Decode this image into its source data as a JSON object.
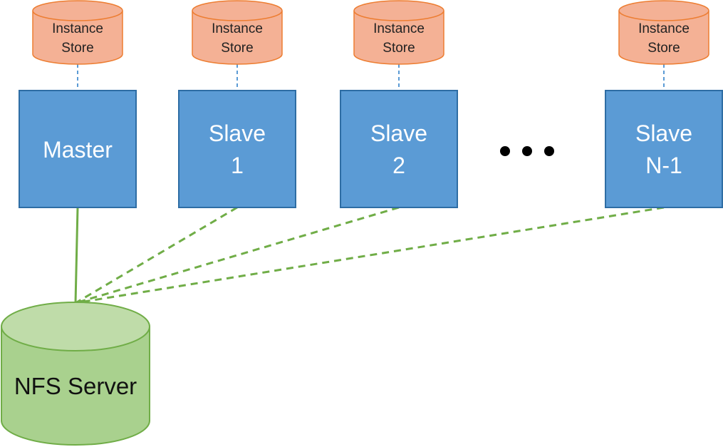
{
  "colors": {
    "store_fill": "#f4b195",
    "store_stroke": "#ed7d31",
    "node_fill": "#5b9bd5",
    "node_stroke": "#2e6da4",
    "nfs_fill": "#a9d18e",
    "nfs_stroke": "#70ad47",
    "dashed_link": "#5b9bd5",
    "nfs_link": "#70ad47"
  },
  "instance_stores": [
    {
      "line1": "Instance",
      "line2": "Store"
    },
    {
      "line1": "Instance",
      "line2": "Store"
    },
    {
      "line1": "Instance",
      "line2": "Store"
    },
    {
      "line1": "Instance",
      "line2": "Store"
    }
  ],
  "nodes": [
    {
      "label": "Master"
    },
    {
      "line1": "Slave",
      "line2": "1"
    },
    {
      "line1": "Slave",
      "line2": "2"
    },
    {
      "line1": "Slave",
      "line2": "N-1"
    }
  ],
  "ellipsis": "• • •",
  "nfs_server": {
    "label": "NFS Server"
  }
}
